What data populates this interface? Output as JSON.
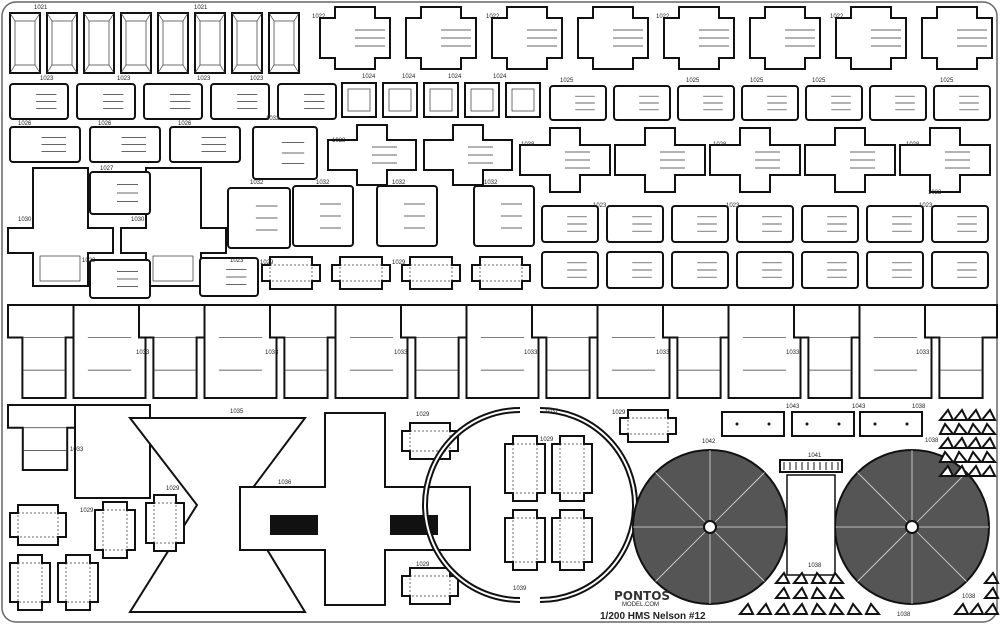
{
  "sheet": {
    "title": "1/200 HMS Nelson #12",
    "brand": "PONTOS",
    "brand_sub": "MODEL.COM"
  },
  "part_numbers": {
    "p1021": "1021",
    "p1022": "1022",
    "p1023": "1023",
    "p1024": "1024",
    "p1025": "1025",
    "p1026": "1026",
    "p1027": "1027",
    "p1028": "1028",
    "p1029": "1029",
    "p1030": "1030",
    "p1032": "1032",
    "p1033": "1033",
    "p1035": "1035",
    "p1036": "1036",
    "p1037": "1037",
    "p1038": "1038",
    "p1039": "1039",
    "p1041": "1041",
    "p1042": "1042",
    "p1043": "1043"
  },
  "colors": {
    "line": "#111111",
    "disc": "#555555",
    "fill": "#ffffff"
  }
}
